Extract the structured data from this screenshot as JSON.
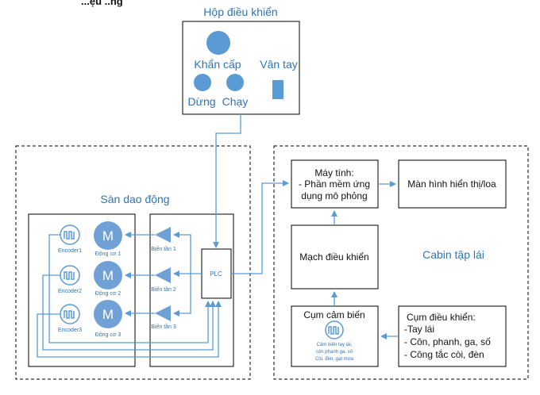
{
  "cut_heading": "...ệu ..ng",
  "control_box": {
    "title": "Hộp điều khiển",
    "emergency": "Khẩn cấp",
    "fingerprint": "Vân tay",
    "stop": "Dừng",
    "run": "Chạy"
  },
  "platform": {
    "title": "Sàn dao động",
    "encoders": [
      "Encoder1",
      "Encoder2",
      "Encoder3"
    ],
    "motor_symbol": "M",
    "motors": [
      "Động cơ 1",
      "Động cơ 2",
      "Động cơ 3"
    ],
    "inverters": [
      "Biến tần 1",
      "Biến tần 2",
      "Biến tần 3"
    ],
    "plc": "PLC"
  },
  "cabin": {
    "title": "Cabin tập lái",
    "computer_lines": [
      "Máy tính:",
      "- Phần mềm ứng",
      "dụng mô phỏng"
    ],
    "display": "Màn hình hiển thị/loa",
    "control_circuit": "Mạch điều khiển",
    "sensor_cluster": "Cụm cảm biến",
    "sensor_detail": [
      "Cảm biến tay lái,",
      "côn phanh ga, số",
      "Còi, đèn, gạt mưa"
    ],
    "control_cluster_lines": [
      "Cụm điều khiển:",
      "-Tay lái",
      "- Côn, phanh, ga, số",
      "- Công tắc còi, đèn"
    ]
  },
  "colors": {
    "accent": "#5b9bd5",
    "label_blue": "#2e75b6",
    "motor_fill": "#6fa0d6"
  }
}
